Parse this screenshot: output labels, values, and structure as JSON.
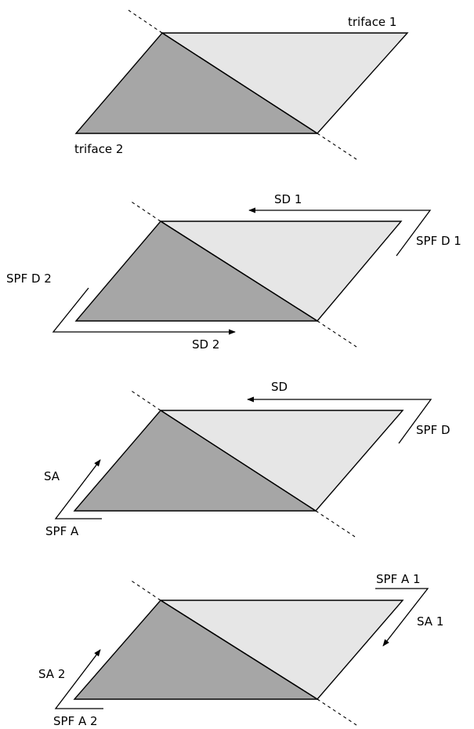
{
  "colors": {
    "triface_1_fill": "#e6e6e6",
    "triface_2_fill": "#a6a6a6",
    "line": "#000000"
  },
  "panels": [
    {
      "labels": {
        "triface_1": "triface 1",
        "triface_2": "triface 2"
      }
    },
    {
      "labels": {
        "sd_1": "SD 1",
        "spf_d_1": "SPF D 1",
        "spf_d_2": "SPF D 2",
        "sd_2": "SD 2"
      }
    },
    {
      "labels": {
        "sd": "SD",
        "spf_d": "SPF D",
        "sa": "SA",
        "spf_a": "SPF A"
      }
    },
    {
      "labels": {
        "spf_a_1": "SPF A 1",
        "sa_1": "SA 1",
        "sa_2": "SA 2",
        "spf_a_2": "SPF A 2"
      }
    }
  ]
}
